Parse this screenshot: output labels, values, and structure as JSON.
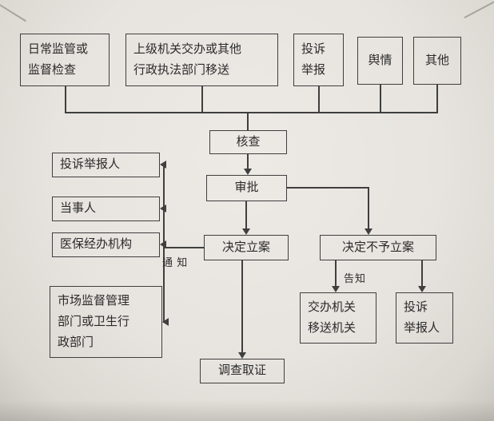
{
  "page": {
    "background": "#e7e4df",
    "ink": "#3f3f3f"
  },
  "nodes": {
    "daily": {
      "label": "日常监管或\n监督检查"
    },
    "superior": {
      "label": "上级机关交办或其他\n行政执法部门移送"
    },
    "complaint_top": {
      "label": "投诉\n举报"
    },
    "public_opinion": {
      "label": "舆情"
    },
    "other": {
      "label": "其他"
    },
    "verify": {
      "label": "核查"
    },
    "approval": {
      "label": "审批"
    },
    "decide_file": {
      "label": "决定立案"
    },
    "decide_not_file": {
      "label": "决定不予立案"
    },
    "complainant_left": {
      "label": "投诉举报人"
    },
    "party": {
      "label": "当事人"
    },
    "insurance_agency": {
      "label": "医保经办机构"
    },
    "market_health": {
      "label": "市场监督管理\n部门或卫生行\n政部门"
    },
    "assigning_organ": {
      "label": "交办机关\n移送机关"
    },
    "complainant_right": {
      "label": "投诉\n举报人"
    },
    "investigate": {
      "label": "调查取证"
    }
  },
  "edge_labels": {
    "notify": "通 知",
    "inform": "告知"
  }
}
